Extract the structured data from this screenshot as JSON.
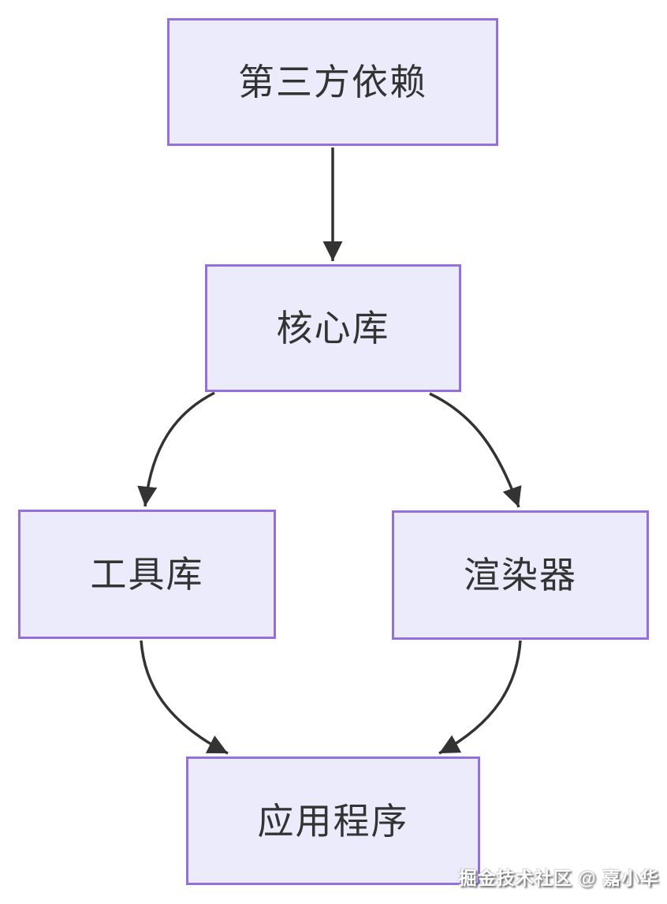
{
  "diagram": {
    "type": "flowchart",
    "direction": "top-down",
    "nodes": [
      {
        "id": "third_party",
        "label": "第三方依赖"
      },
      {
        "id": "core",
        "label": "核心库"
      },
      {
        "id": "utils",
        "label": "工具库"
      },
      {
        "id": "renderer",
        "label": "渲染器"
      },
      {
        "id": "app",
        "label": "应用程序"
      }
    ],
    "edges": [
      {
        "from": "第三方依赖",
        "to": "核心库"
      },
      {
        "from": "核心库",
        "to": "工具库"
      },
      {
        "from": "核心库",
        "to": "渲染器"
      },
      {
        "from": "工具库",
        "to": "应用程序"
      },
      {
        "from": "渲染器",
        "to": "应用程序"
      }
    ],
    "colors": {
      "node_fill": "#ECEBFB",
      "node_border": "#9370DB",
      "edge": "#333333",
      "text": "#333333",
      "background": "#FFFFFF"
    }
  },
  "watermark": {
    "text": "掘金技术社区 @ 嘉小华"
  }
}
